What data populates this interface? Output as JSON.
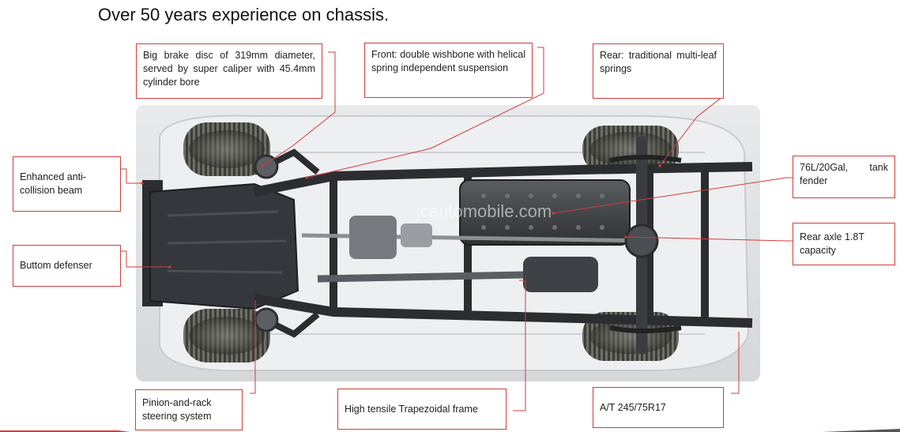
{
  "title": "Over 50 years experience on chassis.",
  "watermark": "jcautomobile.com",
  "labels": {
    "brake_disc": "Big brake disc of 319mm diameter, served by super caliper with 45.4mm cylinder bore",
    "front_suspension": "Front: double wishbone with helical spring independent suspension",
    "rear_suspension": "Rear: traditional multi-leaf springs",
    "anti_collision": "Enhanced anti-collision beam",
    "bottom_defenser": "Buttom defenser",
    "tank_fender": "76L/20Gal, tank fender",
    "rear_axle": "Rear axle 1.8T capacity",
    "steering": "Pinion-and-rack steering system",
    "frame": "High tensile Trapezoidal frame",
    "tire": "A/T 245/75R17"
  },
  "colors": {
    "callout_border": "#d23c3c",
    "leader_line": "#d23c3c",
    "frame_dark": "#2b2d30"
  }
}
